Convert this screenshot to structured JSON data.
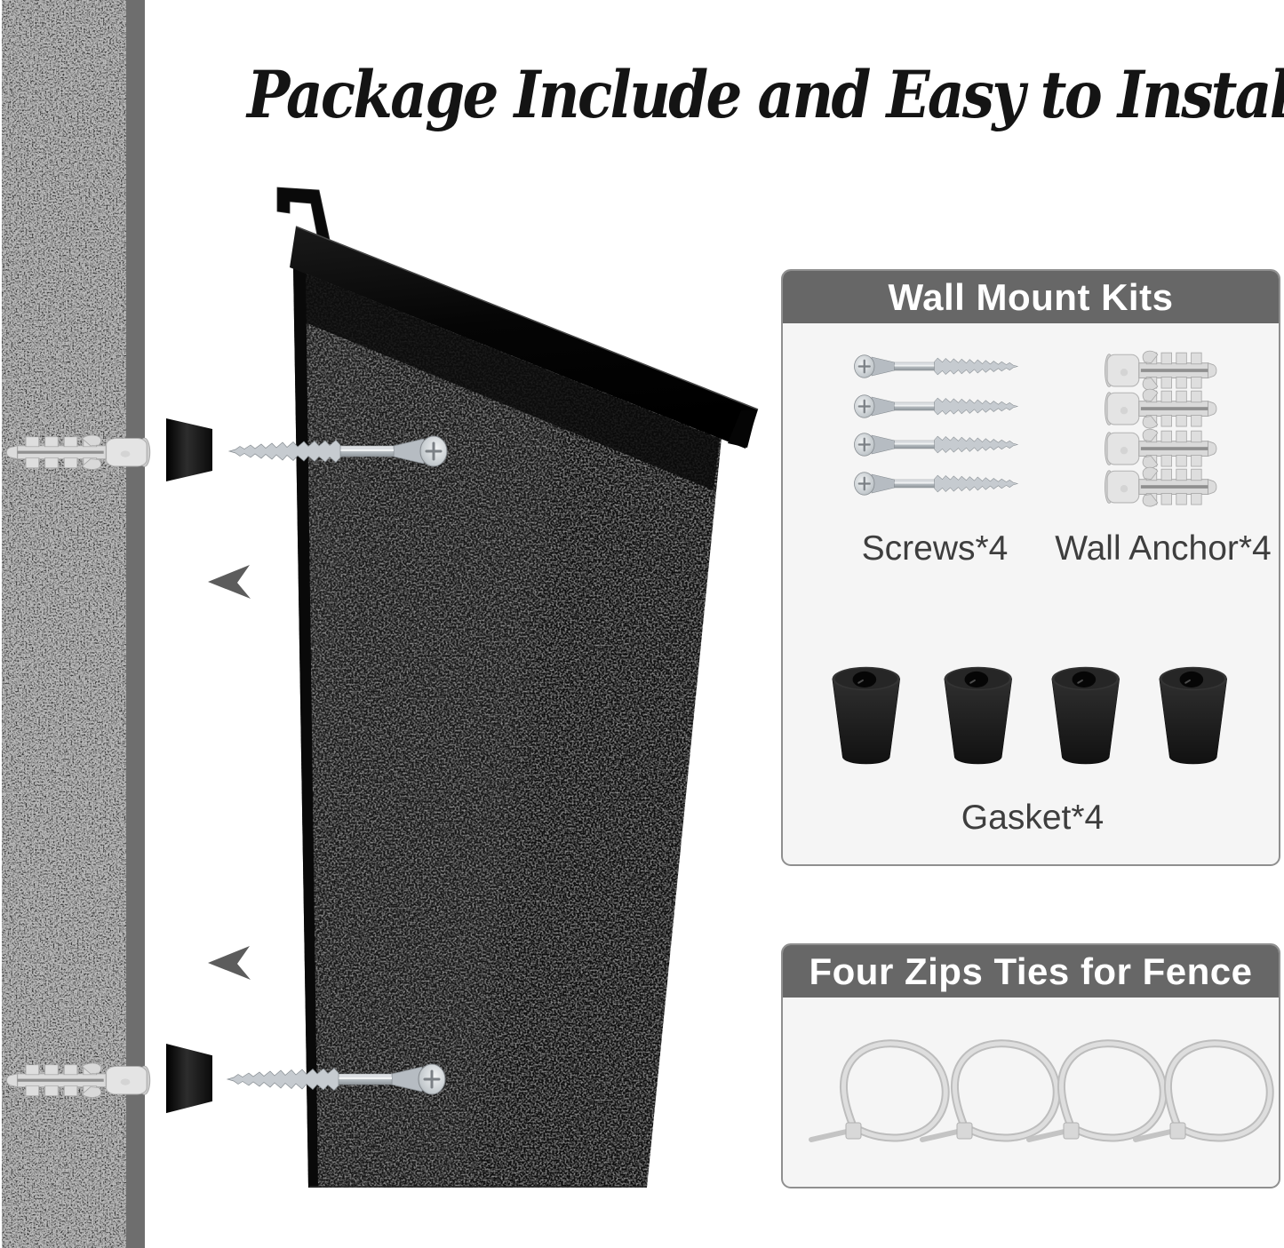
{
  "title": "Package Include and Easy to Install",
  "panels": {
    "wall_mount_kits": {
      "title": "Wall Mount Kits",
      "screws_label": "Screws*4",
      "screws_count": 4,
      "anchors_label": "Wall Anchor*4",
      "anchors_count": 4,
      "gasket_label": "Gasket*4",
      "gasket_count": 4
    },
    "zip_ties": {
      "title": "Four Zips Ties for Fence",
      "ties_count": 4
    }
  },
  "icons": {
    "scene": [
      "wall-post",
      "wall-anchor-icon",
      "gasket-side-icon",
      "screw-icon",
      "arrow-left-icon",
      "mailbox-side",
      "mailbox-hanger-hook"
    ],
    "panel": [
      "screw-icon",
      "wall-anchor-icon",
      "gasket-icon",
      "zip-tie-icon"
    ]
  },
  "colors": {
    "background": "#ffffff",
    "title_text": "#141414",
    "panel_header_bg": "#676767",
    "panel_header_text": "#ffffff",
    "panel_body_bg": "#f5f5f5",
    "panel_border": "#8f8f8f",
    "label_text": "#3e3e3e",
    "arrow": "#5c5c5c",
    "wall_base": "#383838",
    "mailbox_base": "#141414",
    "hardware_metal": "#c6cbd0",
    "anchor_plastic": "#dedede",
    "gasket_rubber": "#1e1e1e",
    "zip_tie": "#d4d4d4"
  }
}
